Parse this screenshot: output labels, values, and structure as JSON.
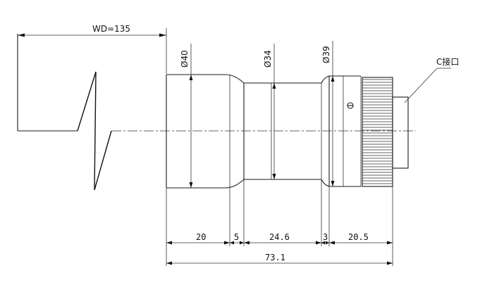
{
  "labels": {
    "working_distance": "WD=135",
    "diameter_front": "Ø40",
    "diameter_middle": "Ø34",
    "diameter_rear": "Ø39",
    "mount": "C接口",
    "seg_1": "20",
    "seg_2": "5",
    "seg_3": "24.6",
    "seg_4": "3",
    "seg_5": "20.5",
    "total": "73.1"
  }
}
